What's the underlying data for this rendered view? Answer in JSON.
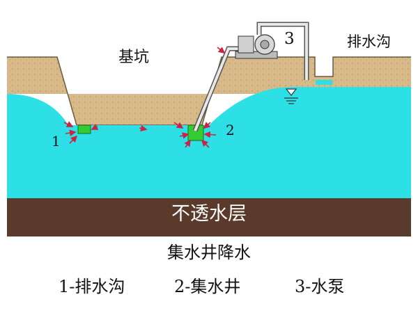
{
  "labels": {
    "pit": "基坑",
    "ditch_top": "排水沟",
    "num_1": "1",
    "num_2": "2",
    "num_3": "3",
    "impermeable": "不透水层"
  },
  "caption": {
    "title": "集水井降水",
    "legend": [
      "1-排水沟",
      "2-集水井",
      "3-水泵"
    ]
  },
  "colors": {
    "soil": "#d7b98a",
    "water": "#2de0e5",
    "impermeable": "#5a3a2a",
    "sump": "#33cc33",
    "seepage_arrow": "#cc2244"
  }
}
